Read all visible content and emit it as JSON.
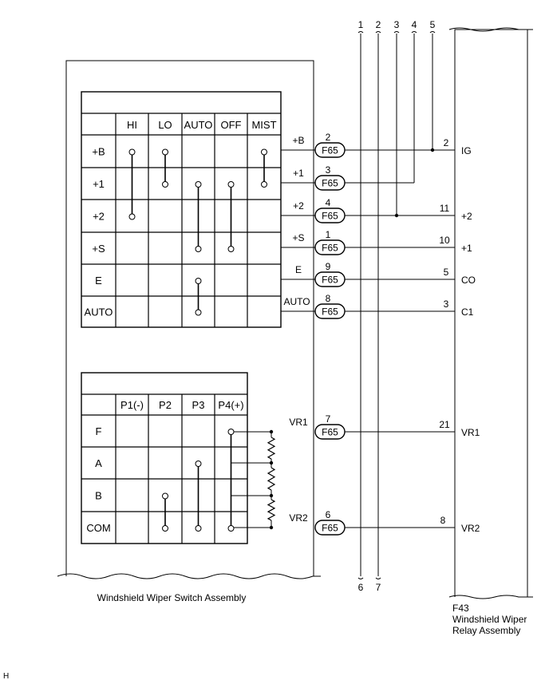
{
  "switch_assembly": {
    "name": "Windshield Wiper Switch Assembly",
    "table1": {
      "columns": [
        "HI",
        "LO",
        "AUTO",
        "OFF",
        "MIST"
      ],
      "rows": [
        "+B",
        "+1",
        "+2",
        "+S",
        "E",
        "AUTO"
      ]
    },
    "table2": {
      "columns": [
        "P1(-)",
        "P2",
        "P3",
        "P4(+)"
      ],
      "rows": [
        "F",
        "A",
        "B",
        "COM"
      ]
    }
  },
  "connector": "F65",
  "switch_pins": [
    {
      "label": "+B",
      "pin": "2"
    },
    {
      "label": "+1",
      "pin": "3"
    },
    {
      "label": "+2",
      "pin": "4"
    },
    {
      "label": "+S",
      "pin": "1"
    },
    {
      "label": "E",
      "pin": "9"
    },
    {
      "label": "AUTO",
      "pin": "8"
    },
    {
      "label": "VR1",
      "pin": "7"
    },
    {
      "label": "VR2",
      "pin": "6"
    }
  ],
  "relay_pins": [
    {
      "pin": "2",
      "label": "IG"
    },
    {
      "pin": "11",
      "label": "+2"
    },
    {
      "pin": "10",
      "label": "+1"
    },
    {
      "pin": "5",
      "label": "CO"
    },
    {
      "pin": "3",
      "label": "C1"
    },
    {
      "pin": "21",
      "label": "VR1"
    },
    {
      "pin": "8",
      "label": "VR2"
    }
  ],
  "bus_lines": {
    "top": [
      "1",
      "2",
      "3",
      "4",
      "5"
    ],
    "bottom": [
      "6",
      "7"
    ]
  },
  "relay_assembly": {
    "code": "F43",
    "name_line1": "Windshield Wiper",
    "name_line2": "Relay Assembly"
  },
  "corner_mark": "H"
}
